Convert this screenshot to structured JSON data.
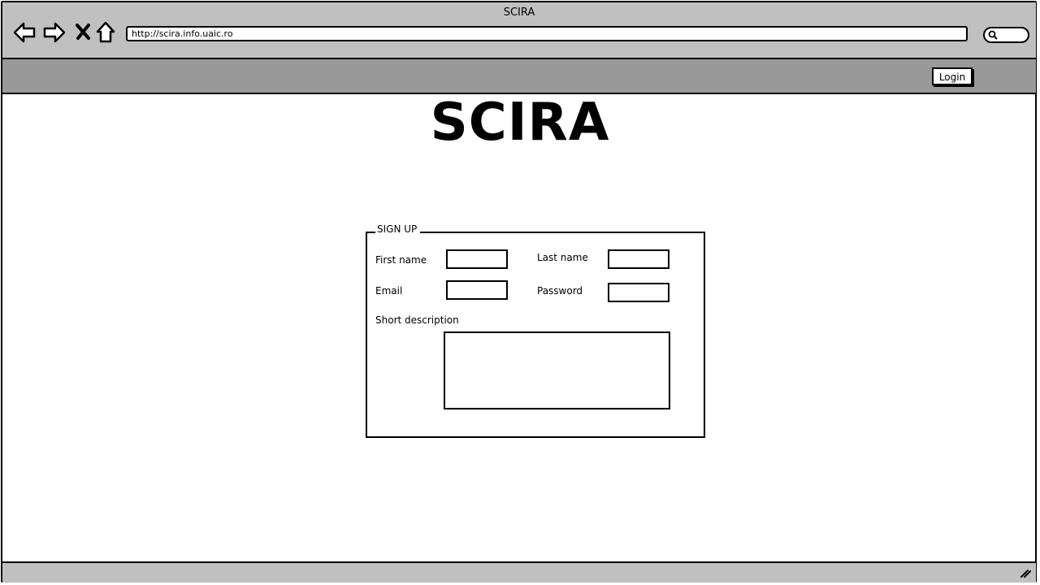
{
  "window": {
    "title": "SCIRA"
  },
  "toolbar": {
    "icons": [
      "back-arrow-icon",
      "forward-arrow-icon",
      "stop-x-icon",
      "home-icon"
    ],
    "url": "http://scira.info.uaic.ro",
    "search_icon": "search-icon"
  },
  "menubar": {
    "login_label": "Login"
  },
  "page": {
    "title": "SCIRA"
  },
  "signup": {
    "legend": "SIGN UP",
    "first_name_label": "First name",
    "last_name_label": "Last name",
    "email_label": "Email",
    "password_label": "Password",
    "description_label": "Short description",
    "first_name_value": "",
    "last_name_value": "",
    "email_value": "",
    "password_value": "",
    "description_value": ""
  },
  "statusbar": {
    "icon": "resize-grip-icon"
  },
  "colors": {
    "titlebar": "#c0c0c0",
    "menubar": "#999999",
    "border": "#000000",
    "background": "#ffffff"
  }
}
